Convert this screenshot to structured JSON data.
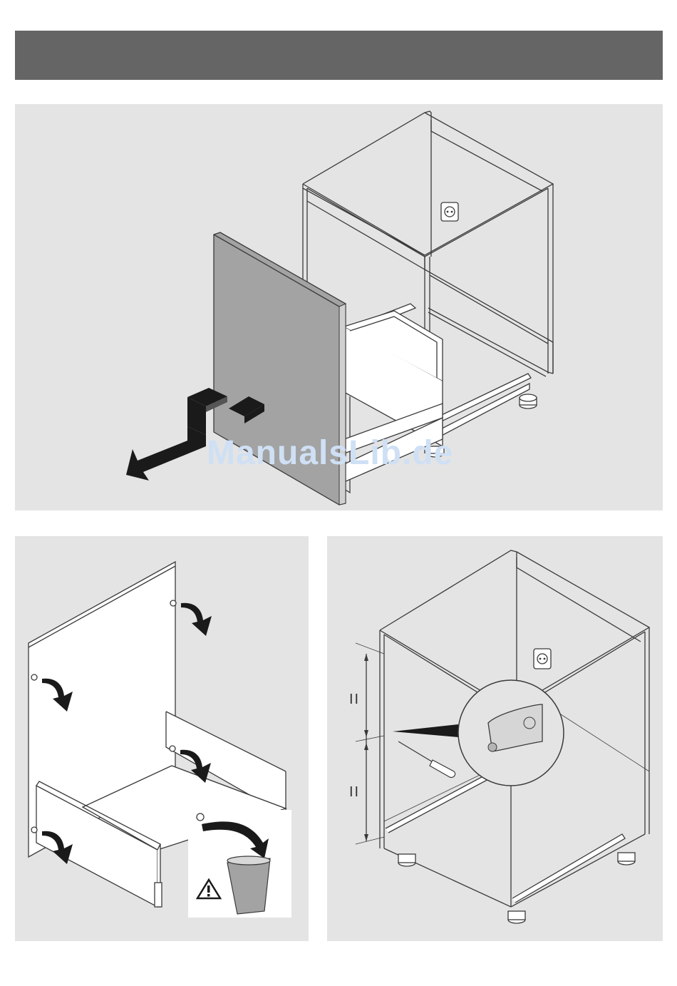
{
  "colors": {
    "header": "#666565",
    "panel": "#e4e4e4",
    "front_panel": "#a3a3a3",
    "arrow": "#1a1a1a",
    "watermark": "#cfe0f5"
  },
  "watermark": {
    "text": "ManualsLib.de"
  },
  "dimension": {
    "upper_label": "II",
    "lower_label": "II"
  },
  "icons": [
    "cabinet-icon",
    "front-panel-icon",
    "pull-arrow-icon",
    "power-socket-icon",
    "rotate-arrow-icon",
    "screw-cap-icon",
    "bin-icon",
    "warning-icon",
    "screwdriver-icon",
    "magnifier-callout-icon"
  ]
}
